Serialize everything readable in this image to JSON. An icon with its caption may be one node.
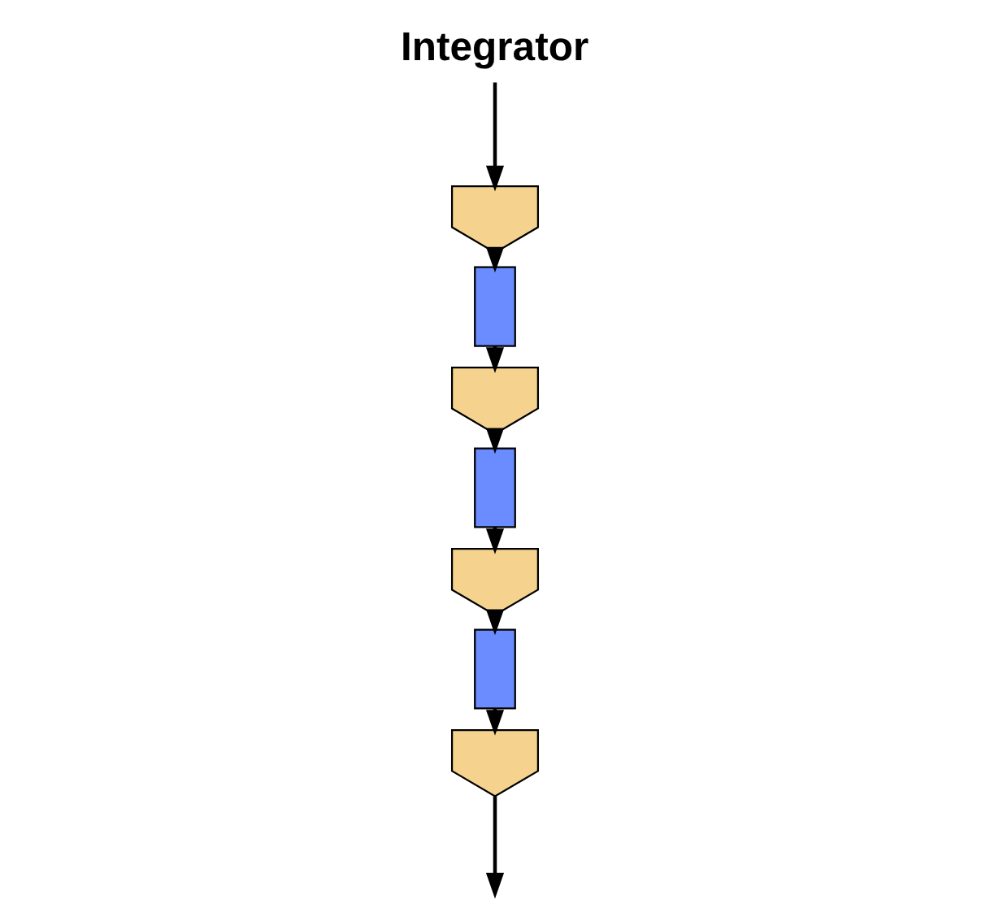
{
  "diagram": {
    "title": "Integrator",
    "nodes": [
      {
        "text": [],
        "shape": "chevron"
      },
      {
        "text": [],
        "shape": "box"
      },
      {
        "text": [],
        "shape": "chevron"
      },
      {
        "text": [],
        "shape": "box"
      },
      {
        "text": [],
        "shape": "chevron"
      },
      {
        "text": [],
        "shape": "box"
      },
      {
        "text": [],
        "shape": "chevron"
      }
    ],
    "edges": [
      {
        "from": null,
        "to": 0,
        "arrow": "to"
      },
      {
        "from": 0,
        "to": 1,
        "arrow": "to"
      },
      {
        "from": 1,
        "to": 2,
        "arrow": "to"
      },
      {
        "from": 2,
        "to": 3,
        "arrow": "to"
      },
      {
        "from": 3,
        "to": 4,
        "arrow": "to"
      },
      {
        "from": 4,
        "to": 5,
        "arrow": "to"
      },
      {
        "from": 5,
        "to": 6,
        "arrow": "to"
      },
      {
        "from": 6,
        "to": null,
        "arrow": "to"
      }
    ]
  }
}
